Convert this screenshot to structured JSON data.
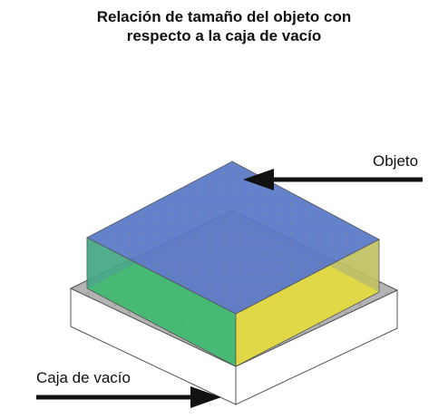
{
  "title": {
    "line1": "Relación de tamaño del objeto con",
    "line2": "respecto a la caja de vacío"
  },
  "labels": {
    "object": "Objeto",
    "vacuum_box": "Caja de vacío"
  },
  "colors": {
    "object_top": "#5a78c8",
    "object_left_face": "#3cb86e",
    "object_right_face": "#e6dc3c",
    "plate_top": "#b4b4b4",
    "box_face": "#ffffff",
    "outline": "#555555",
    "arrow": "#111111"
  }
}
